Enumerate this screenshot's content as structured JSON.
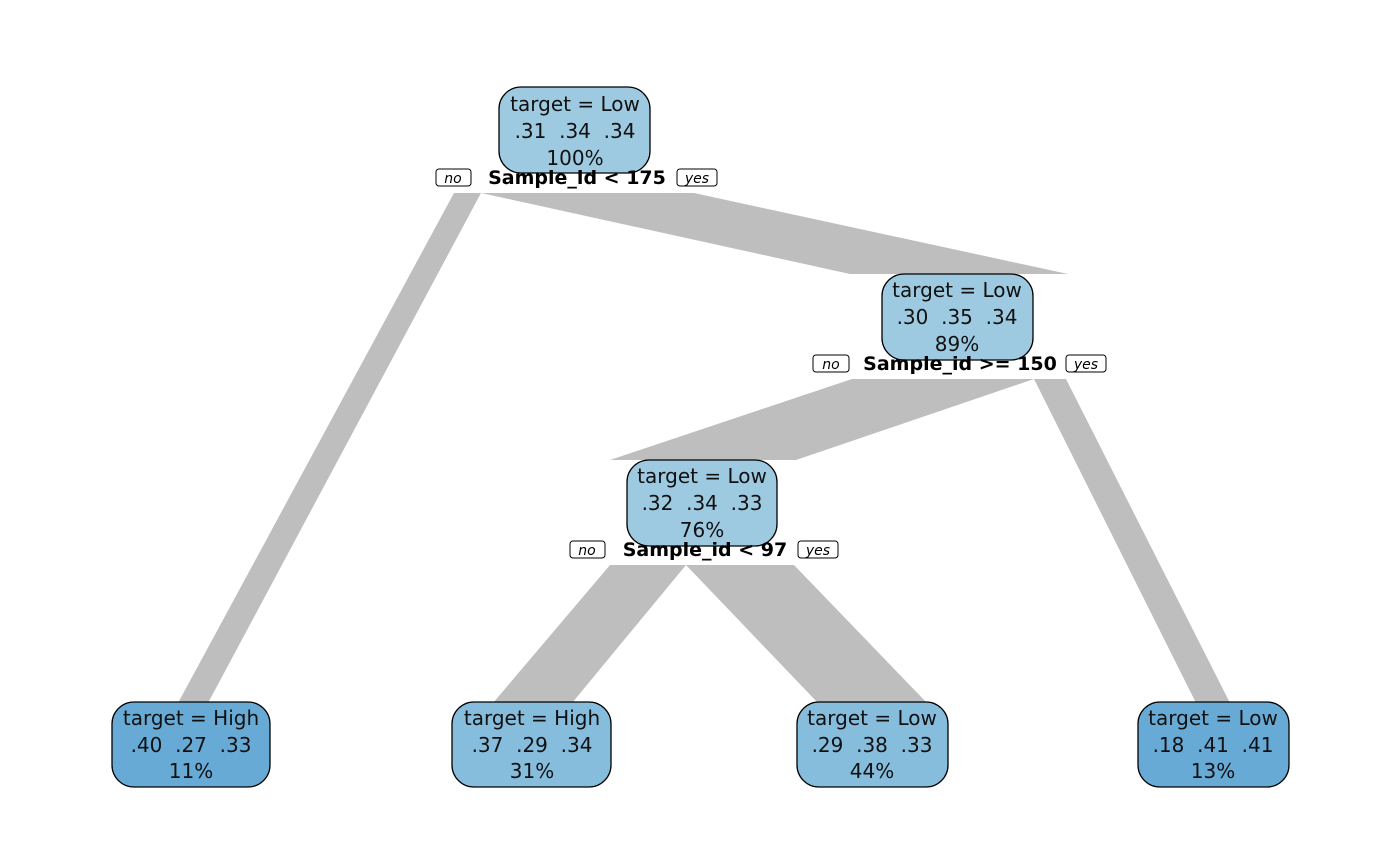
{
  "colors": {
    "branch": "#bebebe",
    "node_root": "#9ecae1",
    "node_inner": "#9ecae1",
    "leaf_light": "#86bcdc",
    "leaf_dark": "#67aad6"
  },
  "tree": {
    "nodes": [
      {
        "id": "root",
        "label": "target = Low",
        "probs": ".31  .34  .34",
        "pct": "100%",
        "split": "Sample_id < 175",
        "no_label": "no",
        "yes_label": "yes"
      },
      {
        "id": "n2",
        "label": "target = Low",
        "probs": ".30  .35  .34",
        "pct": "89%",
        "split": "Sample_id >= 150",
        "no_label": "no",
        "yes_label": "yes"
      },
      {
        "id": "n3",
        "label": "target = Low",
        "probs": ".32  .34  .33",
        "pct": "76%",
        "split": "Sample_id < 97",
        "no_label": "no",
        "yes_label": "yes"
      }
    ],
    "leaves": [
      {
        "id": "leaf1",
        "label": "target = High",
        "probs": ".40  .27  .33",
        "pct": "11%"
      },
      {
        "id": "leaf2",
        "label": "target = High",
        "probs": ".37  .29  .34",
        "pct": "31%"
      },
      {
        "id": "leaf3",
        "label": "target = Low",
        "probs": ".29  .38  .33",
        "pct": "44%"
      },
      {
        "id": "leaf4",
        "label": "target = Low",
        "probs": ".18  .41  .41",
        "pct": "13%"
      }
    ]
  }
}
